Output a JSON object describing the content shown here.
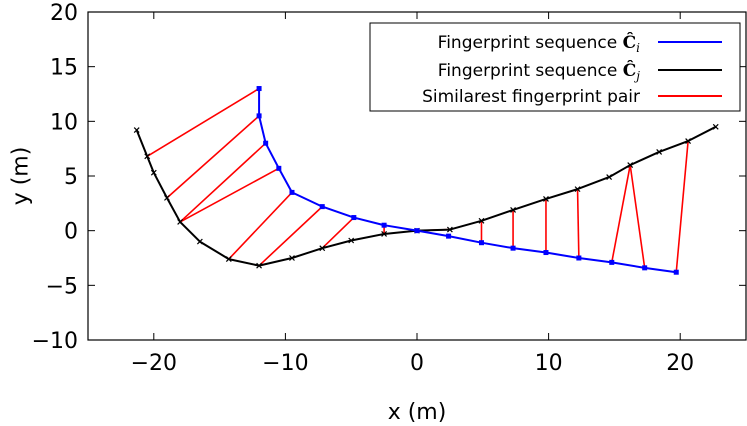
{
  "chart_data": {
    "type": "line",
    "title": "",
    "xlabel": "x (m)",
    "ylabel": "y (m)",
    "xlim": [
      -25,
      25
    ],
    "ylim": [
      -10,
      20
    ],
    "xticks": [
      -20,
      -10,
      0,
      10,
      20
    ],
    "yticks": [
      -10,
      -5,
      0,
      5,
      10,
      15,
      20
    ],
    "xtick_labels": [
      "−20",
      "−10",
      "0",
      "10",
      "20"
    ],
    "ytick_labels": [
      "−10",
      "−5",
      "0",
      "5",
      "10",
      "15",
      "20"
    ],
    "grid": false,
    "legend_position": "top-right",
    "series": [
      {
        "name": "Fingerprint sequence Ĉ_i",
        "legend_text": "Fingerprint sequence ",
        "legend_math": "Ĉ",
        "legend_sub": "i",
        "color": "#0000ff",
        "marker": "square",
        "points": [
          [
            -12.0,
            13.0
          ],
          [
            -12.0,
            10.5
          ],
          [
            -11.5,
            8.0
          ],
          [
            -10.5,
            5.7
          ],
          [
            -9.5,
            3.5
          ],
          [
            -7.2,
            2.2
          ],
          [
            -4.8,
            1.2
          ],
          [
            -2.5,
            0.5
          ],
          [
            0.0,
            0.0
          ],
          [
            2.4,
            -0.5
          ],
          [
            4.9,
            -1.1
          ],
          [
            7.3,
            -1.6
          ],
          [
            9.8,
            -2.0
          ],
          [
            12.3,
            -2.5
          ],
          [
            14.8,
            -2.9
          ],
          [
            17.3,
            -3.4
          ],
          [
            19.7,
            -3.8
          ]
        ]
      },
      {
        "name": "Fingerprint sequence Ĉ_j",
        "legend_text": "Fingerprint sequence ",
        "legend_math": "Ĉ",
        "legend_sub": "j",
        "color": "#000000",
        "marker": "cross",
        "points": [
          [
            -21.3,
            9.2
          ],
          [
            -20.5,
            6.8
          ],
          [
            -20.0,
            5.3
          ],
          [
            -19.0,
            3.0
          ],
          [
            -18.0,
            0.8
          ],
          [
            -16.5,
            -1.0
          ],
          [
            -14.3,
            -2.6
          ],
          [
            -12.0,
            -3.2
          ],
          [
            -9.5,
            -2.5
          ],
          [
            -7.2,
            -1.6
          ],
          [
            -5.0,
            -0.9
          ],
          [
            -2.5,
            -0.3
          ],
          [
            0.0,
            0.0
          ],
          [
            2.5,
            0.1
          ],
          [
            4.9,
            0.9
          ],
          [
            7.3,
            1.9
          ],
          [
            9.8,
            2.9
          ],
          [
            12.2,
            3.8
          ],
          [
            14.6,
            4.9
          ],
          [
            16.2,
            6.0
          ],
          [
            18.4,
            7.2
          ],
          [
            20.6,
            8.2
          ],
          [
            22.7,
            9.5
          ]
        ]
      },
      {
        "name": "Similarest fingerprint pair",
        "legend_text": "Similarest fingerprint pair",
        "color": "#ff0000",
        "pairs": [
          [
            [
              -12.0,
              13.0
            ],
            [
              -20.5,
              6.8
            ]
          ],
          [
            [
              -12.0,
              10.5
            ],
            [
              -19.0,
              3.0
            ]
          ],
          [
            [
              -11.5,
              8.0
            ],
            [
              -18.0,
              0.8
            ]
          ],
          [
            [
              -10.5,
              5.7
            ],
            [
              -18.0,
              0.8
            ]
          ],
          [
            [
              -9.5,
              3.5
            ],
            [
              -14.3,
              -2.6
            ]
          ],
          [
            [
              -7.2,
              2.2
            ],
            [
              -12.0,
              -3.2
            ]
          ],
          [
            [
              -4.8,
              1.2
            ],
            [
              -7.2,
              -1.6
            ]
          ],
          [
            [
              -2.5,
              0.5
            ],
            [
              -2.5,
              -0.3
            ]
          ],
          [
            [
              0.0,
              0.0
            ],
            [
              2.5,
              0.1
            ]
          ],
          [
            [
              4.9,
              -1.1
            ],
            [
              4.9,
              0.9
            ]
          ],
          [
            [
              7.3,
              -1.6
            ],
            [
              7.3,
              1.9
            ]
          ],
          [
            [
              9.8,
              -2.0
            ],
            [
              9.8,
              2.9
            ]
          ],
          [
            [
              12.3,
              -2.5
            ],
            [
              12.2,
              3.8
            ]
          ],
          [
            [
              14.8,
              -2.9
            ],
            [
              16.2,
              6.0
            ]
          ],
          [
            [
              17.3,
              -3.4
            ],
            [
              16.2,
              6.0
            ]
          ],
          [
            [
              19.7,
              -3.8
            ],
            [
              20.6,
              8.2
            ]
          ]
        ]
      }
    ]
  }
}
